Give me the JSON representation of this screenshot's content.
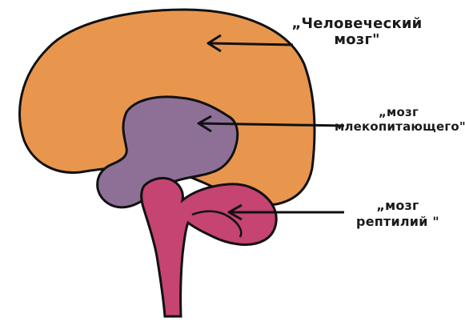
{
  "diagram": {
    "labels": {
      "human": {
        "line1": "„Человеческий",
        "line2": "мозг\""
      },
      "mammal": {
        "line1": "„мозг",
        "line2": "млекопитающего\""
      },
      "reptile": {
        "line1": "„мозг",
        "line2": "рептилий \""
      }
    },
    "colors": {
      "cerebrum": "#E8964E",
      "limbic": "#8E7097",
      "brainstem": "#C54472",
      "outline": "#111111",
      "arrow": "#111111"
    }
  }
}
